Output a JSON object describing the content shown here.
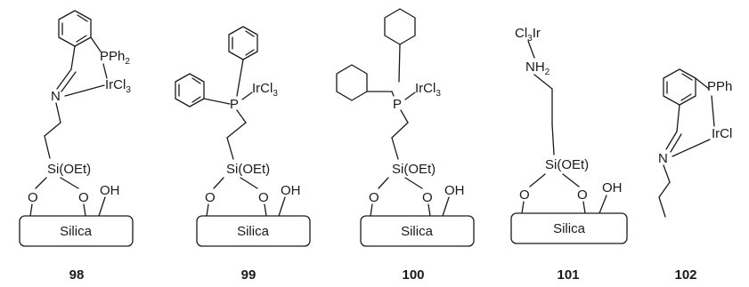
{
  "support_label": "Silica",
  "atoms": {
    "pph2": "PPh",
    "pph2_sub": "2",
    "pph2_cut": "PPh",
    "ircl3": "IrCl",
    "ircl3_sub": "3",
    "ircl_cut": "IrCl",
    "cl3ir": "Cl",
    "cl3ir_sub": "3",
    "cl3ir_tail": "Ir",
    "nh2": "NH",
    "nh2_sub": "2",
    "n": "N",
    "p": "P",
    "si_oet": "Si(OEt)",
    "o": "O",
    "oh": "OH"
  },
  "compounds": [
    {
      "label": "98"
    },
    {
      "label": "99"
    },
    {
      "label": "100"
    },
    {
      "label": "101"
    },
    {
      "label": "102"
    }
  ]
}
